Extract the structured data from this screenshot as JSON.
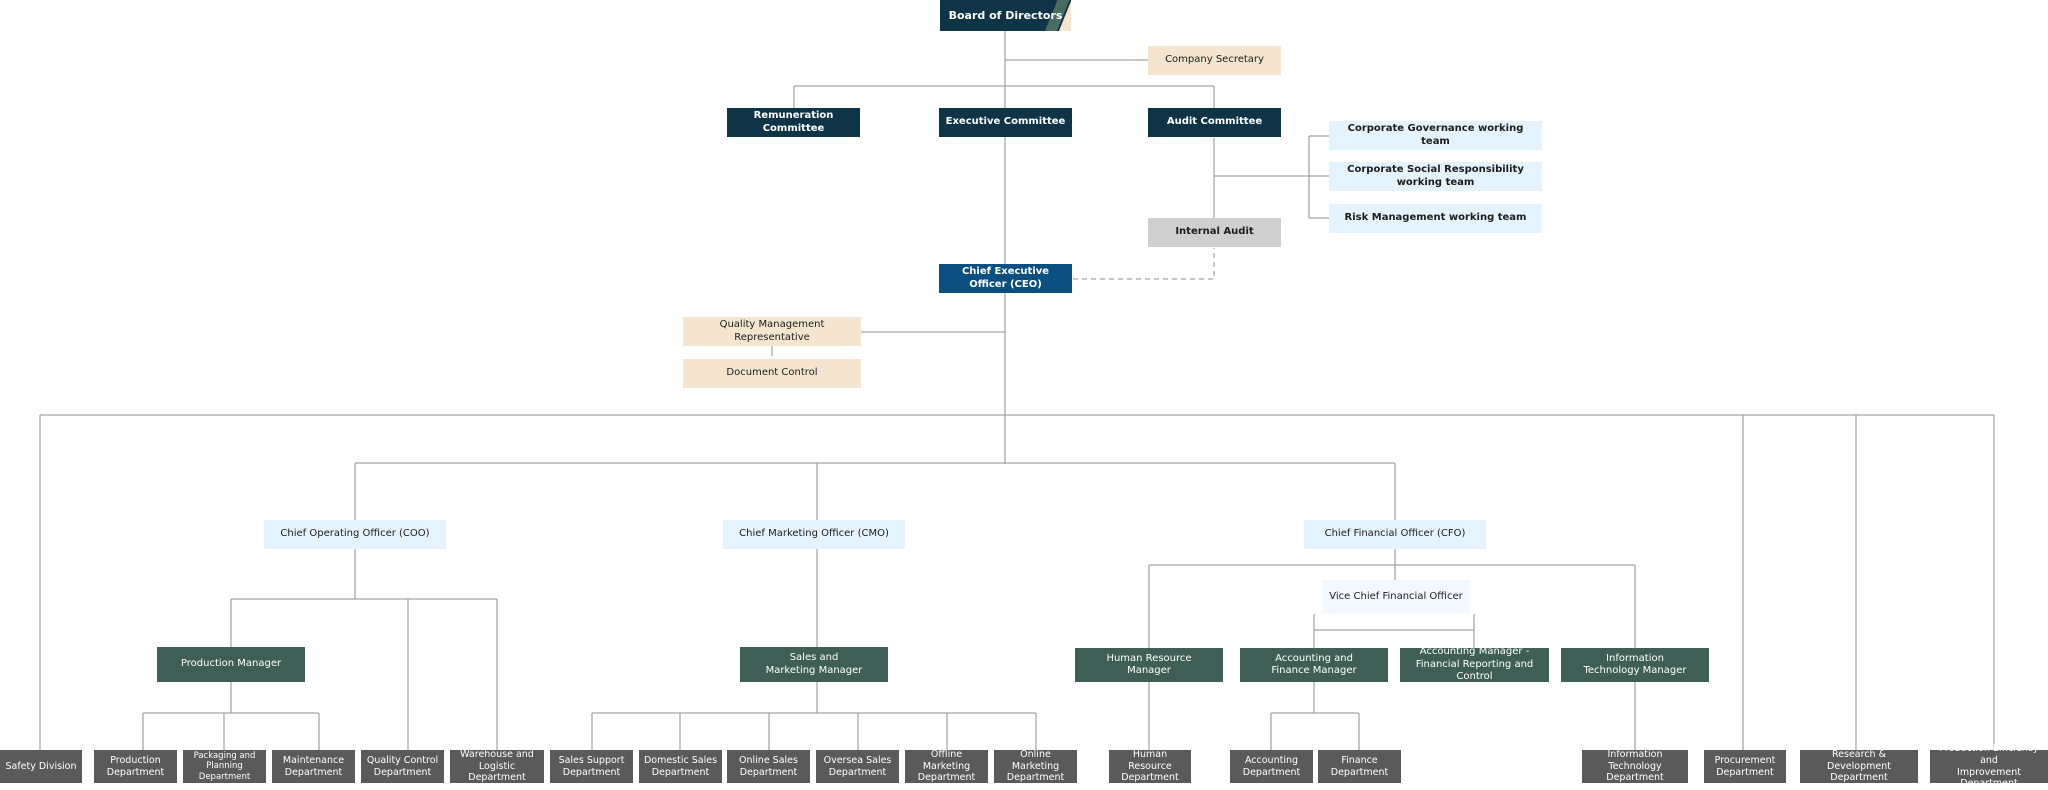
{
  "board": "Board of Directors",
  "company_secretary": "Company Secretary",
  "remuneration_committee": "Remuneration Committee",
  "executive_committee": "Executive Committee",
  "audit_committee": "Audit Committee",
  "working_teams": [
    "Corporate Governance working team",
    "Corporate Social Responsibility working team",
    "Risk Management working team"
  ],
  "internal_audit": "Internal Audit",
  "ceo": "Chief Executive Officer (CEO)",
  "quality_rep": "Quality Management Representative",
  "document_control": "Document Control",
  "coo": "Chief Operating Officer (COO)",
  "cmo": "Chief Marketing Officer (CMO)",
  "cfo": "Chief Financial Officer (CFO)",
  "vice_cfo": "Vice Chief Financial Officer",
  "managers": {
    "production": "Production Manager",
    "sales_marketing": "Sales and\nMarketing Manager",
    "hr": "Human Resource\nManager",
    "accounting_finance": "Accounting and\nFinance Manager",
    "accounting_reporting": "Accounting Manager -\nFinancial Reporting and Control",
    "it": "Information\nTechnology Manager"
  },
  "departments": {
    "safety": "Safety Division",
    "production": "Production\nDepartment",
    "packaging": "Packaging and\nPlanning Department",
    "maintenance": "Maintenance\nDepartment",
    "quality_control": "Quality Control\nDepartment",
    "warehouse": "Warehouse and\nLogistic Department",
    "sales_support": "Sales Support\nDepartment",
    "domestic_sales": "Domestic Sales\nDepartment",
    "online_sales": "Online Sales\nDepartment",
    "oversea_sales": "Oversea Sales\nDepartment",
    "offline_marketing": "Offline Marketing\nDepartment",
    "online_marketing": "Online Marketing\nDepartment",
    "hr": "Human Resource\nDepartment",
    "accounting": "Accounting\nDepartment",
    "finance": "Finance\nDepartment",
    "it": "Information Technology\nDepartment",
    "procurement": "Procurement\nDepartment",
    "rnd": "Research & Development\nDepartment",
    "efficiency": "Production Efficiency and\nImprovement Department"
  }
}
